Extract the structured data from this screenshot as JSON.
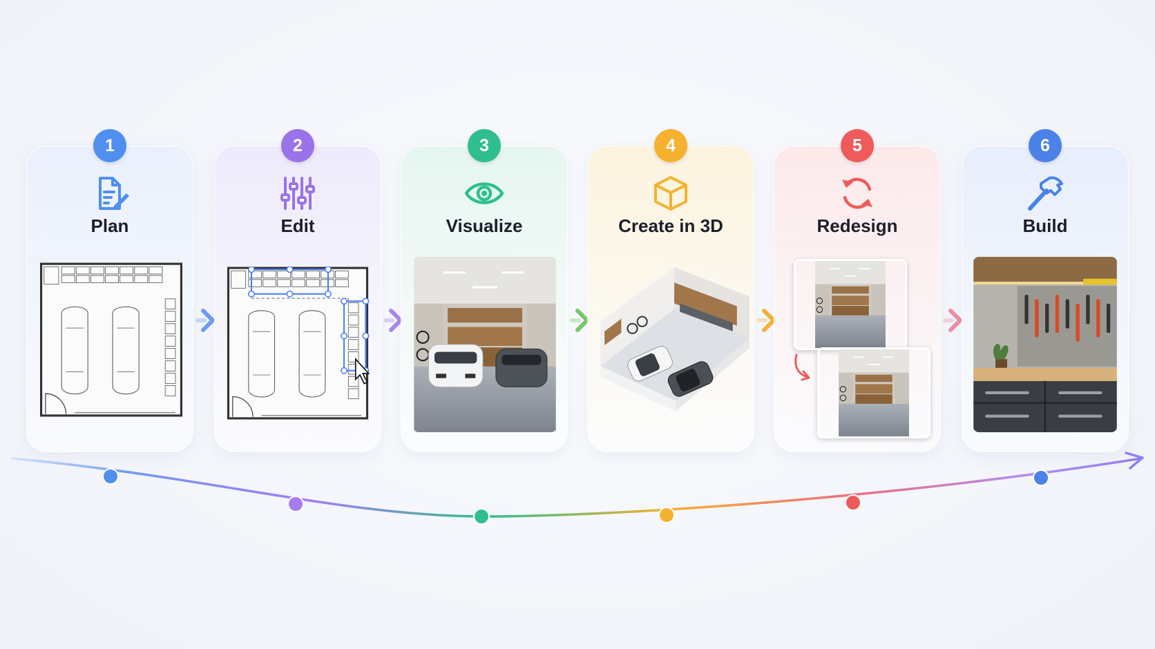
{
  "steps": [
    {
      "number": "1",
      "label": "Plan",
      "icon": "document-edit-icon",
      "color": "#4f8ff0",
      "bg": "#e9f0fc"
    },
    {
      "number": "2",
      "label": "Edit",
      "icon": "sliders-icon",
      "color": "#9a72ea",
      "bg": "#eeeafb"
    },
    {
      "number": "3",
      "label": "Visualize",
      "icon": "eye-icon",
      "color": "#2fbf8f",
      "bg": "#e6f6f0"
    },
    {
      "number": "4",
      "label": "Create in 3D",
      "icon": "cube-icon",
      "color": "#f5b12f",
      "bg": "#fcf3de"
    },
    {
      "number": "5",
      "label": "Redesign",
      "icon": "refresh-icon",
      "color": "#ef5b5b",
      "bg": "#fce9ea"
    },
    {
      "number": "6",
      "label": "Build",
      "icon": "hammer-icon",
      "color": "#4b82e8",
      "bg": "#e7eefb"
    }
  ],
  "connector_colors": [
    "#6e9cf2",
    "#a888ef",
    "#79c76b",
    "#f5b234",
    "#f08ea6"
  ],
  "timeline": {
    "dot_colors": [
      "#4f8ff0",
      "#a77cf0",
      "#2fbf8f",
      "#f5b12f",
      "#ef5b5b",
      "#4b82e8"
    ]
  }
}
